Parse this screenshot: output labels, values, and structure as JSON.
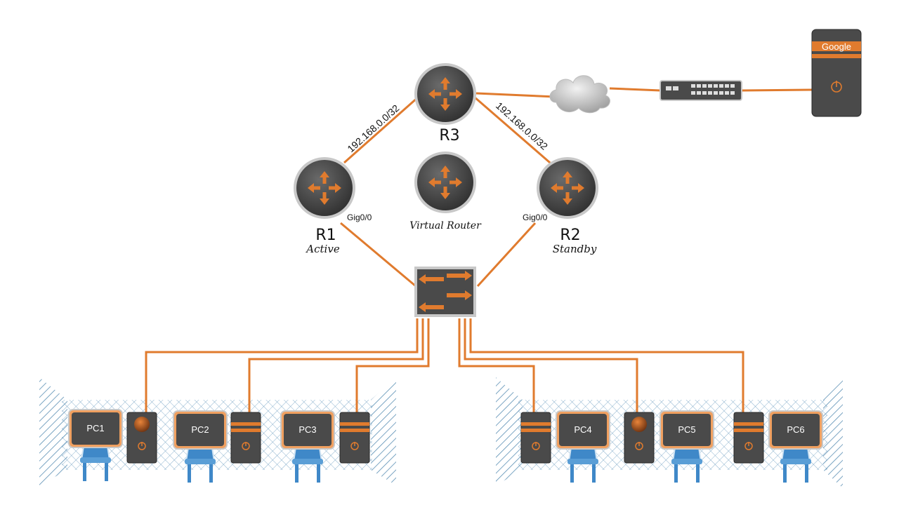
{
  "routers": {
    "r3": {
      "name": "R3"
    },
    "r1": {
      "name": "R1",
      "role": "Active",
      "port": "Gig0/0"
    },
    "r2": {
      "name": "R2",
      "role": "Standby",
      "port": "Gig0/0"
    },
    "virtual": {
      "name": "Virtual Router"
    }
  },
  "links": {
    "r1_r3_network": "192.168.0.0/32",
    "r3_r2_network": "192.168.0.0/32"
  },
  "server": {
    "name": "Google"
  },
  "pcs": [
    "PC1",
    "PC2",
    "PC3",
    "PC4",
    "PC5",
    "PC6"
  ],
  "colors": {
    "accent": "#e07b2e",
    "device": "#4a4a4a",
    "chair": "#3f88c8",
    "hatch": "#5a8fb4"
  }
}
